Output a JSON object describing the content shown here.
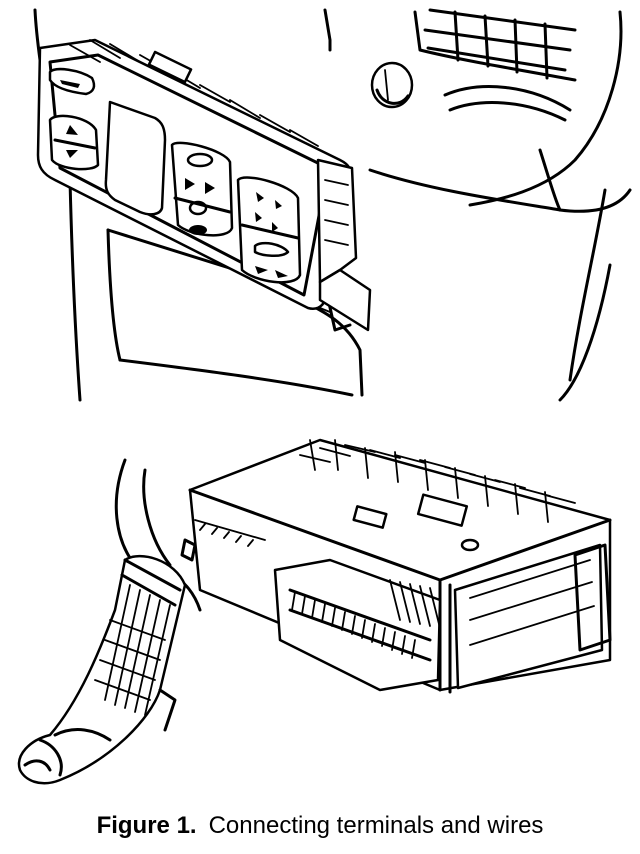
{
  "figure": {
    "number_label": "Figure 1.",
    "caption_text": "Connecting terminals and wires"
  },
  "illustration": {
    "panels": [
      "dashboard-with-climate-control-panel",
      "removed-control-module-with-wiring-connector"
    ],
    "ink_color": "#000000",
    "paper_color": "#ffffff"
  }
}
